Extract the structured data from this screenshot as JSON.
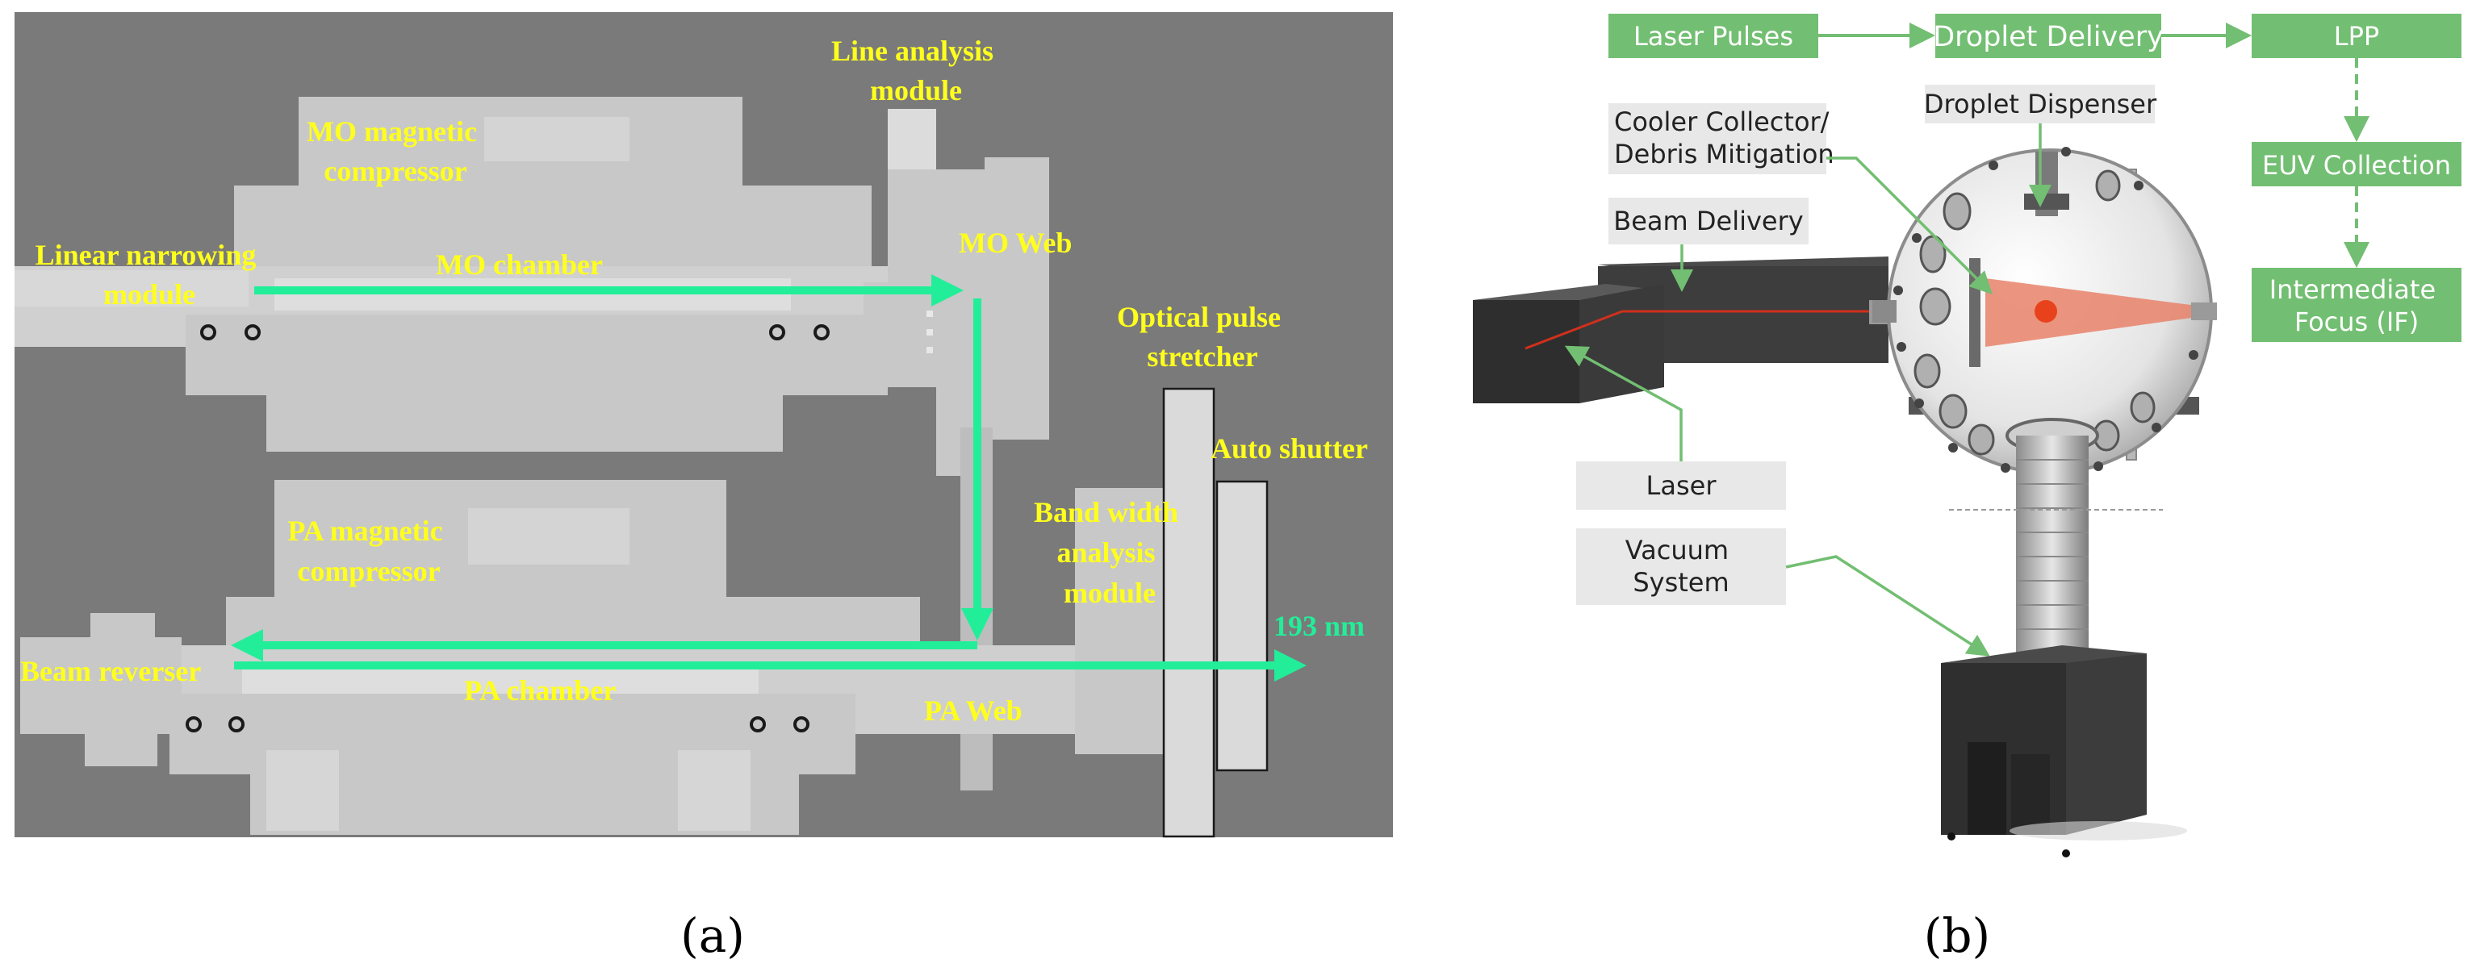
{
  "panel_a": {
    "labels": {
      "line_analysis": [
        "Line analysis",
        "module"
      ],
      "mo_compressor": [
        "MO magnetic",
        "compressor"
      ],
      "linear_narrowing": [
        "Linear narrowing",
        "module"
      ],
      "mo_chamber": "MO chamber",
      "mo_web": "MO Web",
      "optical_stretcher": [
        "Optical pulse",
        "stretcher"
      ],
      "auto_shutter": "Auto shutter",
      "pa_compressor": [
        "PA magnetic",
        "compressor"
      ],
      "bandwidth": [
        "Band width",
        "analysis",
        "module"
      ],
      "beam_reverser": "Beam reverser",
      "wavelength": "193 nm",
      "pa_chamber": "PA chamber",
      "pa_web": "PA Web"
    },
    "colors": {
      "label": "#ffff1e",
      "beam": "#22ee99",
      "background": "#7a7a7a",
      "component": "#c8c8c8"
    }
  },
  "panel_b": {
    "flow": {
      "laser_pulses": "Laser Pulses",
      "droplet_delivery": "Droplet Delivery",
      "lpp": "LPP",
      "euv_collection": "EUV Collection",
      "intermediate_focus": [
        "Intermediate",
        "Focus (IF)"
      ]
    },
    "callouts": {
      "cooler_collector": [
        "Cooler Collector/",
        "Debris Mitigation"
      ],
      "droplet_dispenser": "Droplet Dispenser",
      "beam_delivery": "Beam Delivery",
      "laser": "Laser",
      "vacuum_system": [
        "Vacuum",
        "System"
      ]
    },
    "colors": {
      "flow_box": "#72be72",
      "callout_box": "#e8e8e8",
      "laser_beam": "#d0301c",
      "plasma": "#e8826a"
    }
  },
  "captions": {
    "a": "(a)",
    "b": "(b)"
  }
}
